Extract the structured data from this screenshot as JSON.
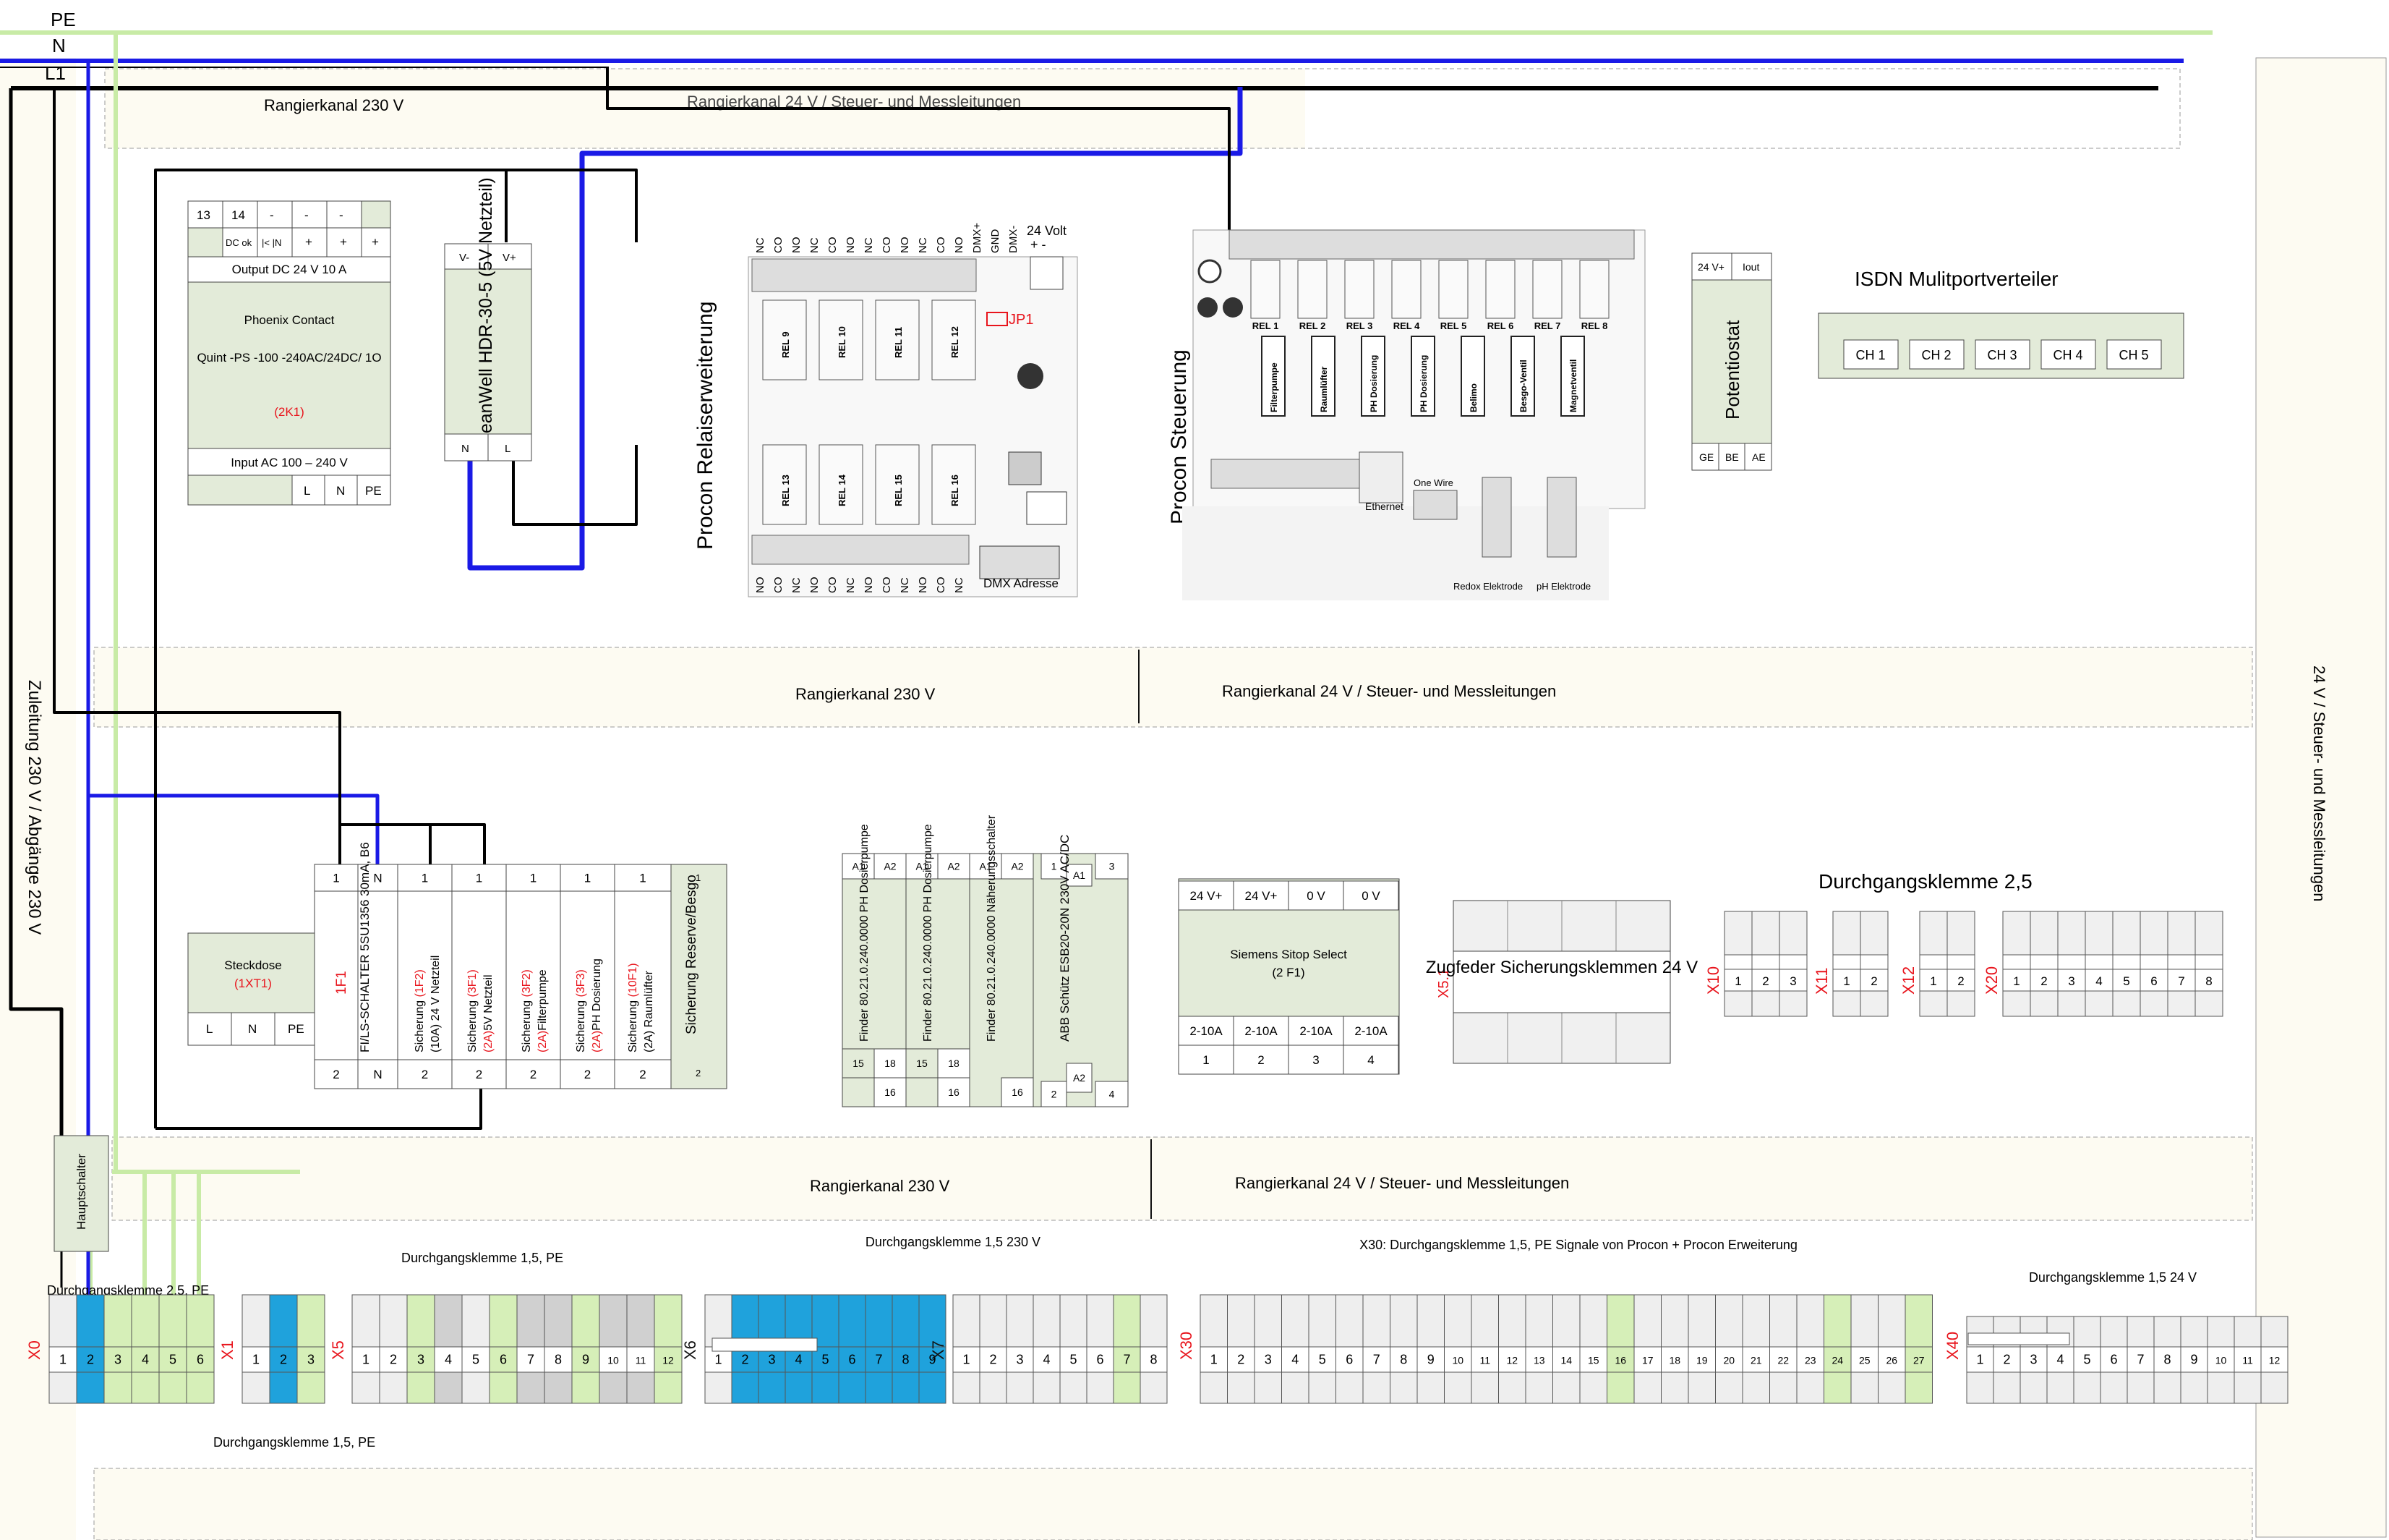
{
  "rails": {
    "pe": "PE",
    "n": "N",
    "l1": "L1"
  },
  "channels": {
    "top_230": "Rangierkanal 230 V",
    "top_24": "Rangierkanal 24 V / Steuer- und Messleitungen",
    "mid_230": "Rangierkanal 230 V",
    "mid_24": "Rangierkanal 24 V / Steuer- und Messleitungen",
    "low_230": "Rangierkanal 230 V",
    "low_24": "Rangierkanal 24 V / Steuer- und Messleitungen",
    "right_vertical": "24 V / Steuer- und Messleitungen",
    "left_vertical": "Zuleitung 230 V / Abgänge 230 V"
  },
  "psu_phoenix": {
    "top_cells": [
      "13",
      "14",
      "-",
      "-",
      "-"
    ],
    "row2_cells": [
      "DC ok",
      "|< |N",
      "+",
      "+",
      "+"
    ],
    "output": "Output DC 24 V 10 A",
    "brand": "Phoenix Contact",
    "model": "Quint -PS -100 -240AC/24DC/ 1O",
    "ref": "(2K1)",
    "input": "Input AC 100 – 240 V",
    "bottom_cells": [
      "L",
      "N",
      "PE"
    ]
  },
  "psu_meanwell": {
    "top_cells": [
      "V-",
      "V+"
    ],
    "label": "MeanWell HDR-30-5 (5V Netzteil)",
    "bottom_cells": [
      "N",
      "L"
    ]
  },
  "relay_ext": {
    "title": "Procon Relaiserweiterung",
    "top_pins": [
      "NC",
      "CO",
      "NO",
      "NC",
      "CO",
      "NO",
      "NC",
      "CO",
      "NO",
      "NC",
      "CO",
      "NO",
      "DMX+",
      "GND",
      "DMX-"
    ],
    "voltage": "24 Volt",
    "polarity": "+ -",
    "jumper": "JP1",
    "relays_top": [
      "REL 9",
      "REL 10",
      "REL 11",
      "REL 12"
    ],
    "relays_bottom": [
      "REL 13",
      "REL 14",
      "REL 15",
      "REL 16"
    ],
    "bottom_pins": [
      "NO",
      "CO",
      "NC",
      "NO",
      "CO",
      "NC",
      "NO",
      "CO",
      "NC",
      "NO",
      "CO",
      "NC"
    ],
    "dmx": "DMX Adresse"
  },
  "controller": {
    "title": "Procon Steuerung",
    "relays": [
      "REL 1",
      "REL 2",
      "REL 3",
      "REL 4",
      "REL 5",
      "REL 6",
      "REL 7",
      "REL 8"
    ],
    "loads": [
      "Filterpumpe",
      "Raumlüfter",
      "PH Dosierung",
      "PH Dosierung",
      "Belimo",
      "Besgo-Ventil",
      "Magnetventil"
    ],
    "ethernet": "Ethernet",
    "onewire": "One Wire",
    "redox": "Redox Elektrode",
    "ph": "pH Elektrode"
  },
  "potentiostat": {
    "label": "Potentiostat",
    "top_cells": [
      "24 V+",
      "Iout"
    ],
    "bottom_cells": [
      "GE",
      "BE",
      "AE"
    ]
  },
  "isdn": {
    "title": "ISDN Mulitportverteiler",
    "channels": [
      "CH 1",
      "CH 2",
      "CH 3",
      "CH 4",
      "CH 5"
    ]
  },
  "steckdose": {
    "label": "Steckdose",
    "ref": "(1XT1)",
    "cells": [
      "L",
      "N",
      "PE"
    ]
  },
  "fuse_block": {
    "top_cells": [
      "1",
      "N",
      "1",
      "1",
      "1",
      "1",
      "1",
      "1"
    ],
    "bottom_cells": [
      "2",
      "N",
      "2",
      "2",
      "2",
      "2",
      "2",
      "2"
    ],
    "f1_ref": "1F1",
    "f1_text": "FI/LS-SCHALTER 5SU1356 30mA, B6",
    "f2_pre": "Sicherung ",
    "f2_ref": "(1F2)",
    "f2_post": "(10A) 24 V Netzteil",
    "f3_pre": "Sicherung ",
    "f3_ref": "(3F1)",
    "f3_ref2": "(2A)",
    "f3_post": "5V Netzteil",
    "f4_pre": "Sicherung ",
    "f4_ref": "(3F2)",
    "f4_ref2": "(2A)",
    "f4_post": "Filterpumpe",
    "f5_pre": "Sicherung ",
    "f5_ref": "(3F3)",
    "f5_ref2": "(2A)",
    "f5_post": "PH Dosierung",
    "f6_pre": "Sicherung ",
    "f6_ref": "(10F1)",
    "f6_post": "(2A) Raumlüfter",
    "reserve_top": "1",
    "reserve_label": "Sicherung Reserve/Besgo",
    "reserve_bottom": "2"
  },
  "relays": {
    "header": [
      "A1",
      "A2",
      "A1",
      "A2",
      "A1",
      "A2"
    ],
    "finder1": "Finder 80.21.0.240.0000 PH Dosierpumpe",
    "finder2": "Finder 80.21.0.240.0000 PH Dosierpumpe",
    "finder3": "Finder 80.21.0.240.0000 Näherungsschalter",
    "pins_15": [
      "15",
      "15"
    ],
    "pins_18": [
      "18",
      "18"
    ],
    "pins_16": [
      "16",
      "16",
      "16"
    ],
    "abb_top": [
      "1",
      "A1",
      "3"
    ],
    "abb_label": "ABB Schütz ESB20-20N 230V AC/DC",
    "abb_bottom": [
      "2",
      "A2",
      "4"
    ]
  },
  "sitop": {
    "top_cells": [
      "24 V+",
      "24 V+",
      "0 V",
      "0 V"
    ],
    "title": "Siemens Sitop Select",
    "ref": "(2 F1)",
    "out_cells": [
      "2-10A",
      "2-10A",
      "2-10A",
      "2-10A"
    ],
    "num_cells": [
      "1",
      "2",
      "3",
      "4"
    ]
  },
  "zugfeder": {
    "ref": "X5.1",
    "label": "Zugfeder Sicherungsklemmen 24 V"
  },
  "durchgang25": {
    "title": "Durchgangsklemme 2,5",
    "x10": {
      "label": "X10",
      "nums": [
        "1",
        "2",
        "3"
      ]
    },
    "x11": {
      "label": "X11",
      "nums": [
        "1",
        "2"
      ]
    },
    "x12": {
      "label": "X12",
      "nums": [
        "1",
        "2"
      ]
    },
    "x20": {
      "label": "X20",
      "nums": [
        "1",
        "2",
        "3",
        "4",
        "5",
        "6",
        "7",
        "8"
      ]
    }
  },
  "hauptschalter": "Hauptschalter",
  "terminals": {
    "caption_x0": "Durchgangsklemme 2,5, PE",
    "caption_x5": "Durchgangsklemme 1,5, PE",
    "caption_x6": "Durchgangsklemme 1,5 230 V",
    "caption_x30": "X30: Durchgangsklemme 1,5, PE Signale von Procon + Procon Erweiterung",
    "caption_x40": "Durchgangsklemme 1,5 24 V",
    "caption_bottom": "Durchgangsklemme 1,5, PE",
    "x0": {
      "label": "X0",
      "nums": [
        "1",
        "2",
        "3",
        "4",
        "5",
        "6"
      ]
    },
    "x1": {
      "label": "X1",
      "nums": [
        "1",
        "2",
        "3"
      ]
    },
    "x5": {
      "label": "X5",
      "nums": [
        "1",
        "2",
        "3",
        "4",
        "5",
        "6",
        "7",
        "8",
        "9",
        "10",
        "11",
        "12"
      ]
    },
    "x6": {
      "label": "X6",
      "nums": [
        "1",
        "2",
        "3",
        "4",
        "5",
        "6",
        "7",
        "8",
        "9"
      ]
    },
    "x7": {
      "label": "X7",
      "nums": [
        "1",
        "2",
        "3",
        "4",
        "5",
        "6",
        "7",
        "8"
      ]
    },
    "x30": {
      "label": "X30",
      "nums": [
        "1",
        "2",
        "3",
        "4",
        "5",
        "6",
        "7",
        "8",
        "9",
        "10",
        "11",
        "12",
        "13",
        "14",
        "15",
        "16",
        "17",
        "18",
        "19",
        "20",
        "21",
        "22",
        "23",
        "24",
        "25",
        "26",
        "27"
      ]
    },
    "x40": {
      "label": "X40",
      "nums": [
        "1",
        "2",
        "3",
        "4",
        "5",
        "6",
        "7",
        "8",
        "9",
        "10",
        "11",
        "12"
      ]
    }
  },
  "colors": {
    "pe": "#c8eba6",
    "n": "#1a1ae6",
    "l1": "#000000",
    "terminal_blue": "#1fa2dc",
    "terminal_green": "#d6efb8",
    "terminal_gray": "#eeeeee",
    "terminal_dark": "#d0d0d0",
    "component_green": "#e3ebd9",
    "ref_red": "#e8141c",
    "channel_fill": "#fdfbf2"
  }
}
